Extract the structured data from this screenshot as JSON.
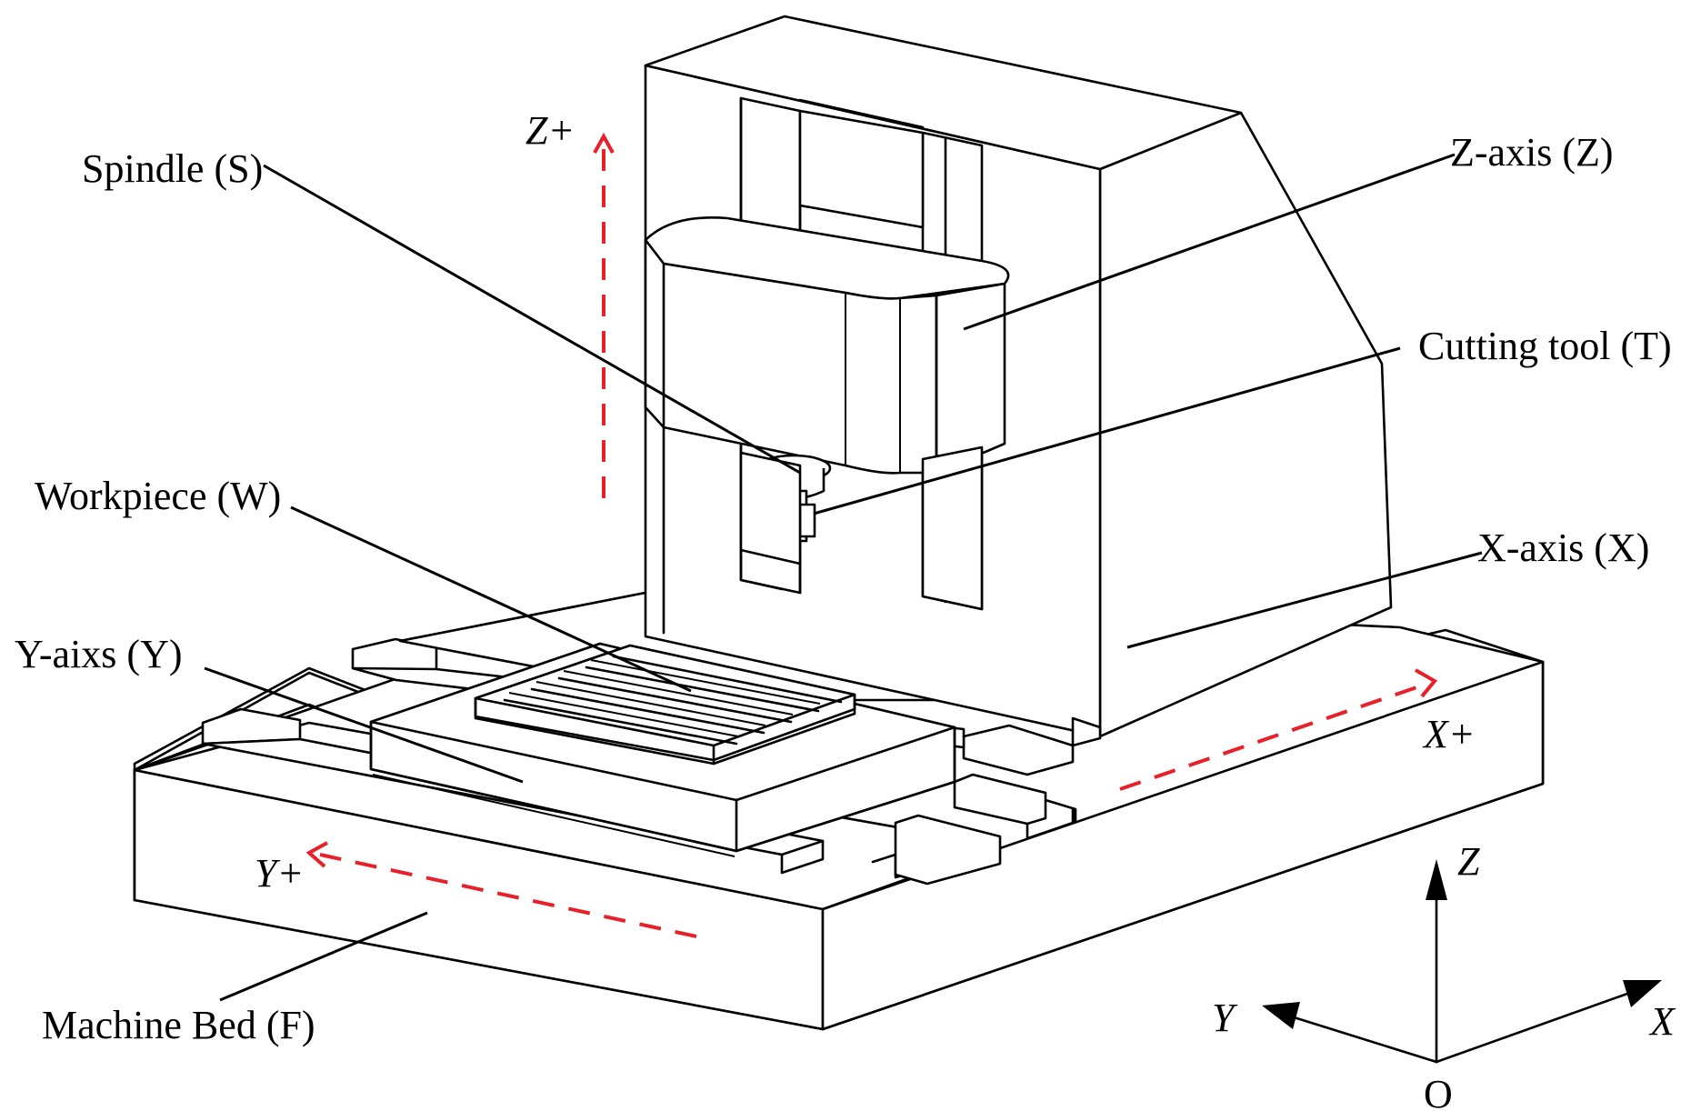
{
  "labels": {
    "spindle": "Spindle (S)",
    "z_axis": "Z-axis (Z)",
    "cutting_tool": "Cutting tool (T)",
    "workpiece": "Workpiece (W)",
    "x_axis": "X-axis (X)",
    "y_axis": "Y-aixs (Y)",
    "machine_bed": "Machine Bed (F)"
  },
  "motion_labels": {
    "z_plus": "Z+",
    "x_plus": "X+",
    "y_plus": "Y+"
  },
  "coordinate_frame": {
    "z": "Z",
    "y": "Y",
    "x": "X",
    "origin": "O"
  },
  "colors": {
    "motion_arrow": "#e8202a",
    "line": "#000000"
  }
}
